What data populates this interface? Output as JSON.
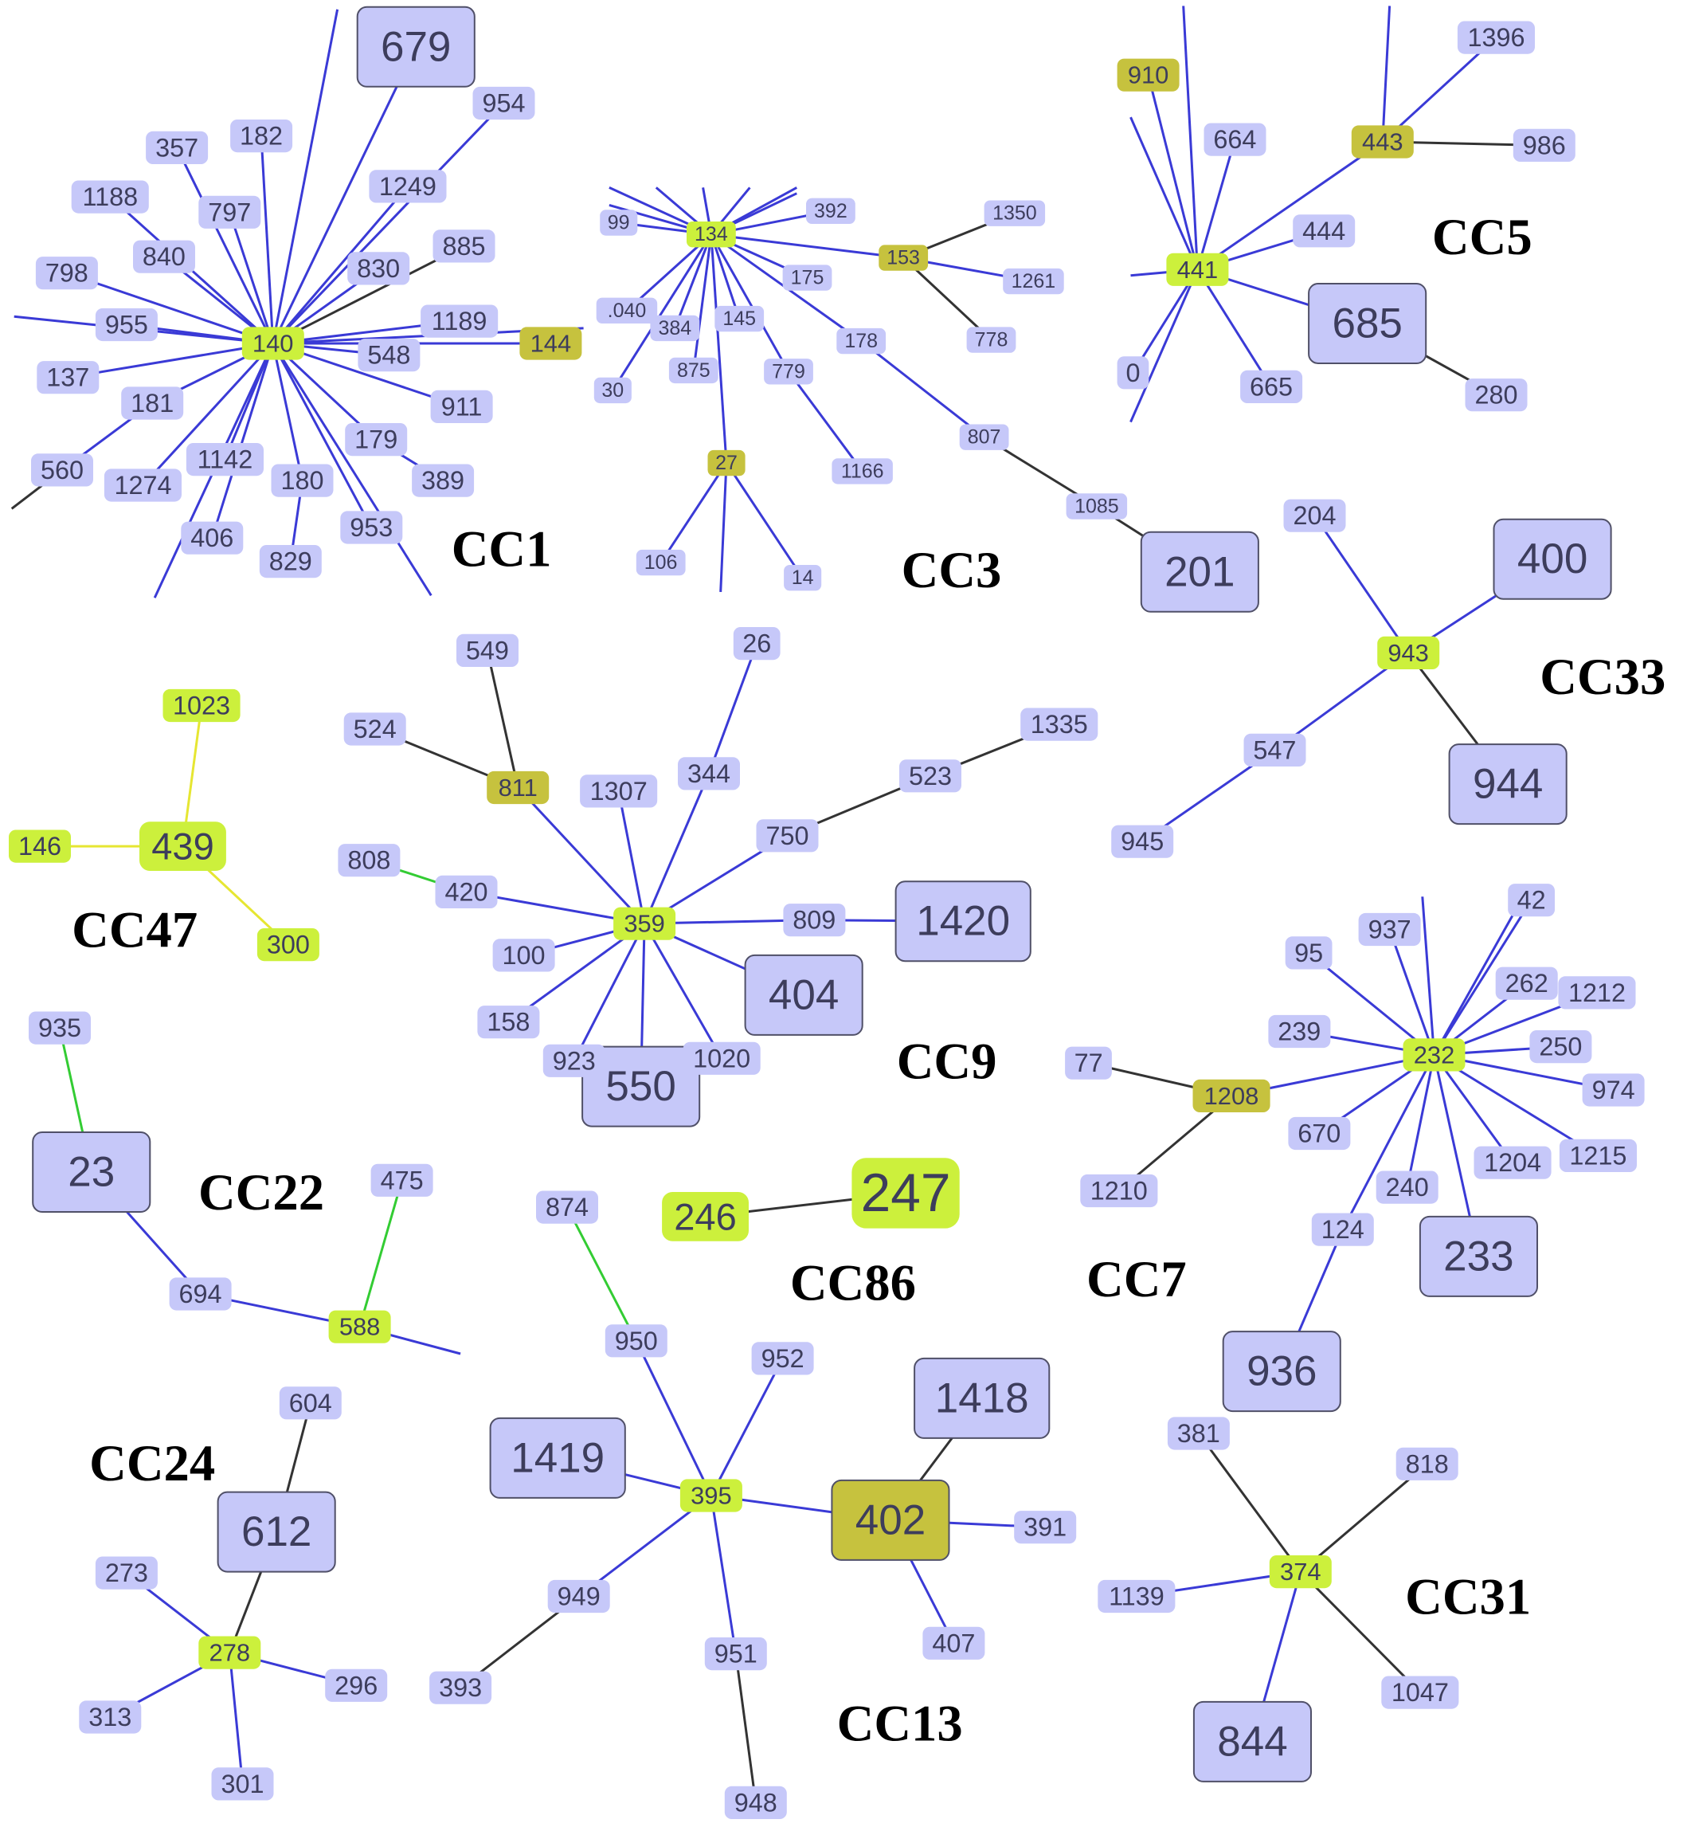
{
  "colors": {
    "blue_node": "#c6c8f9",
    "blue_edge": "#3a3ad6",
    "black_edge": "#333333",
    "green_edge": "#33cc33",
    "yellow_edge": "#e6e632",
    "founder_node": "#ccf03c",
    "subfounder_node": "#c6c23e",
    "box_border": "#505068",
    "text": "#3d3d5c"
  },
  "clusters": [
    {
      "label": "CC1",
      "nodes": [
        {
          "id": "140",
          "label": "140",
          "type": "founder"
        },
        {
          "id": "144",
          "label": "144",
          "type": "subfounder"
        },
        {
          "id": "679",
          "label": "679",
          "type": "box"
        },
        {
          "id": "954",
          "label": "954"
        },
        {
          "id": "182",
          "label": "182"
        },
        {
          "id": "357",
          "label": "357"
        },
        {
          "id": "797",
          "label": "797"
        },
        {
          "id": "1188",
          "label": "1188"
        },
        {
          "id": "840",
          "label": "840"
        },
        {
          "id": "1249",
          "label": "1249"
        },
        {
          "id": "798",
          "label": "798"
        },
        {
          "id": "830",
          "label": "830"
        },
        {
          "id": "885",
          "label": "885"
        },
        {
          "id": "955",
          "label": "955"
        },
        {
          "id": "1189",
          "label": "1189"
        },
        {
          "id": "548",
          "label": "548"
        },
        {
          "id": "137",
          "label": "137"
        },
        {
          "id": "911",
          "label": "911"
        },
        {
          "id": "181",
          "label": "181"
        },
        {
          "id": "179",
          "label": "179"
        },
        {
          "id": "560",
          "label": "560"
        },
        {
          "id": "1142",
          "label": "1142"
        },
        {
          "id": "1274",
          "label": "1274"
        },
        {
          "id": "180",
          "label": "180"
        },
        {
          "id": "389",
          "label": "389"
        },
        {
          "id": "406",
          "label": "406"
        },
        {
          "id": "953",
          "label": "953"
        },
        {
          "id": "829",
          "label": "829"
        }
      ]
    },
    {
      "label": "CC3",
      "nodes": [
        {
          "id": "134",
          "label": "134",
          "type": "founder"
        },
        {
          "id": "153",
          "label": "153",
          "type": "subfounder"
        },
        {
          "id": "27",
          "label": "27",
          "type": "subfounder"
        },
        {
          "id": "201",
          "label": "201",
          "type": "box"
        },
        {
          "id": "99",
          "label": "99"
        },
        {
          "id": "392",
          "label": "392"
        },
        {
          "id": "1350",
          "label": "1350"
        },
        {
          "id": "175",
          "label": "175"
        },
        {
          "id": "1261",
          "label": "1261"
        },
        {
          "id": "1040",
          "label": ".040"
        },
        {
          "id": "384",
          "label": "384"
        },
        {
          "id": "145",
          "label": "145"
        },
        {
          "id": "178",
          "label": "178"
        },
        {
          "id": "778",
          "label": "778"
        },
        {
          "id": "30",
          "label": "30"
        },
        {
          "id": "875",
          "label": "875"
        },
        {
          "id": "779",
          "label": "779"
        },
        {
          "id": "807",
          "label": "807"
        },
        {
          "id": "1166",
          "label": "1166"
        },
        {
          "id": "1085",
          "label": "1085"
        },
        {
          "id": "106",
          "label": "106"
        },
        {
          "id": "14",
          "label": "14"
        }
      ]
    },
    {
      "label": "CC5",
      "nodes": [
        {
          "id": "441",
          "label": "441",
          "type": "founder"
        },
        {
          "id": "443",
          "label": "443",
          "type": "subfounder"
        },
        {
          "id": "910",
          "label": "910",
          "type": "subfounder"
        },
        {
          "id": "685",
          "label": "685",
          "type": "box"
        },
        {
          "id": "1396",
          "label": "1396"
        },
        {
          "id": "664",
          "label": "664"
        },
        {
          "id": "986",
          "label": "986"
        },
        {
          "id": "444",
          "label": "444"
        },
        {
          "id": "665",
          "label": "665"
        },
        {
          "id": "280",
          "label": "280"
        },
        {
          "id": "0",
          "label": "0"
        }
      ]
    },
    {
      "label": "CC33",
      "nodes": [
        {
          "id": "943",
          "label": "943",
          "type": "founder"
        },
        {
          "id": "400",
          "label": "400",
          "type": "box"
        },
        {
          "id": "944",
          "label": "944",
          "type": "box"
        },
        {
          "id": "204",
          "label": "204"
        },
        {
          "id": "547",
          "label": "547"
        },
        {
          "id": "945",
          "label": "945"
        }
      ]
    },
    {
      "label": "CC47",
      "nodes": [
        {
          "id": "439",
          "label": "439",
          "type": "founder"
        },
        {
          "id": "1023",
          "label": "1023",
          "type": "founder"
        },
        {
          "id": "146",
          "label": "146",
          "type": "founder"
        },
        {
          "id": "300",
          "label": "300",
          "type": "founder"
        }
      ]
    },
    {
      "label": "CC9",
      "nodes": [
        {
          "id": "359",
          "label": "359",
          "type": "founder"
        },
        {
          "id": "811",
          "label": "811",
          "type": "subfounder"
        },
        {
          "id": "1420",
          "label": "1420",
          "type": "box"
        },
        {
          "id": "404",
          "label": "404",
          "type": "box"
        },
        {
          "id": "550",
          "label": "550",
          "type": "box"
        },
        {
          "id": "549",
          "label": "549"
        },
        {
          "id": "26",
          "label": "26"
        },
        {
          "id": "1335",
          "label": "1335"
        },
        {
          "id": "524",
          "label": "524"
        },
        {
          "id": "1307",
          "label": "1307"
        },
        {
          "id": "344",
          "label": "344"
        },
        {
          "id": "523",
          "label": "523"
        },
        {
          "id": "808",
          "label": "808"
        },
        {
          "id": "750",
          "label": "750"
        },
        {
          "id": "420",
          "label": "420"
        },
        {
          "id": "809",
          "label": "809"
        },
        {
          "id": "100",
          "label": "100"
        },
        {
          "id": "158",
          "label": "158"
        },
        {
          "id": "923",
          "label": "923"
        },
        {
          "id": "1020",
          "label": "1020"
        }
      ]
    },
    {
      "label": "CC7",
      "nodes": [
        {
          "id": "232",
          "label": "232",
          "type": "founder"
        },
        {
          "id": "1208",
          "label": "1208",
          "type": "subfounder"
        },
        {
          "id": "233",
          "label": "233",
          "type": "box"
        },
        {
          "id": "936",
          "label": "936",
          "type": "box"
        },
        {
          "id": "42",
          "label": "42"
        },
        {
          "id": "937",
          "label": "937"
        },
        {
          "id": "95",
          "label": "95"
        },
        {
          "id": "262",
          "label": "262"
        },
        {
          "id": "1212",
          "label": "1212"
        },
        {
          "id": "239",
          "label": "239"
        },
        {
          "id": "250",
          "label": "250"
        },
        {
          "id": "77",
          "label": "77"
        },
        {
          "id": "974",
          "label": "974"
        },
        {
          "id": "670",
          "label": "670"
        },
        {
          "id": "1204",
          "label": "1204"
        },
        {
          "id": "1215",
          "label": "1215"
        },
        {
          "id": "1210",
          "label": "1210"
        },
        {
          "id": "240",
          "label": "240"
        },
        {
          "id": "124",
          "label": "124"
        }
      ]
    },
    {
      "label": "CC22",
      "nodes": [
        {
          "id": "588",
          "label": "588",
          "type": "founder"
        },
        {
          "id": "23",
          "label": "23",
          "type": "box"
        },
        {
          "id": "935",
          "label": "935"
        },
        {
          "id": "475",
          "label": "475"
        },
        {
          "id": "694",
          "label": "694"
        }
      ]
    },
    {
      "label": "CC86",
      "nodes": [
        {
          "id": "247",
          "label": "247",
          "type": "founder"
        },
        {
          "id": "246",
          "label": "246",
          "type": "founder"
        }
      ]
    },
    {
      "label": "CC24",
      "nodes": [
        {
          "id": "278",
          "label": "278",
          "type": "founder"
        },
        {
          "id": "612",
          "label": "612",
          "type": "box"
        },
        {
          "id": "604",
          "label": "604"
        },
        {
          "id": "273",
          "label": "273"
        },
        {
          "id": "296",
          "label": "296"
        },
        {
          "id": "313",
          "label": "313"
        },
        {
          "id": "301",
          "label": "301"
        }
      ]
    },
    {
      "label": "CC13",
      "nodes": [
        {
          "id": "395",
          "label": "395",
          "type": "founder"
        },
        {
          "id": "402",
          "label": "402",
          "type": "subfounder-box"
        },
        {
          "id": "1418",
          "label": "1418",
          "type": "box"
        },
        {
          "id": "1419",
          "label": "1419",
          "type": "box"
        },
        {
          "id": "874",
          "label": "874"
        },
        {
          "id": "950",
          "label": "950"
        },
        {
          "id": "952",
          "label": "952"
        },
        {
          "id": "391",
          "label": "391"
        },
        {
          "id": "949",
          "label": "949"
        },
        {
          "id": "951",
          "label": "951"
        },
        {
          "id": "407",
          "label": "407"
        },
        {
          "id": "393",
          "label": "393"
        },
        {
          "id": "948",
          "label": "948"
        }
      ]
    },
    {
      "label": "CC31",
      "nodes": [
        {
          "id": "374",
          "label": "374",
          "type": "founder"
        },
        {
          "id": "844",
          "label": "844",
          "type": "box"
        },
        {
          "id": "381",
          "label": "381"
        },
        {
          "id": "818",
          "label": "818"
        },
        {
          "id": "1139",
          "label": "1139"
        },
        {
          "id": "1047",
          "label": "1047"
        }
      ]
    }
  ]
}
